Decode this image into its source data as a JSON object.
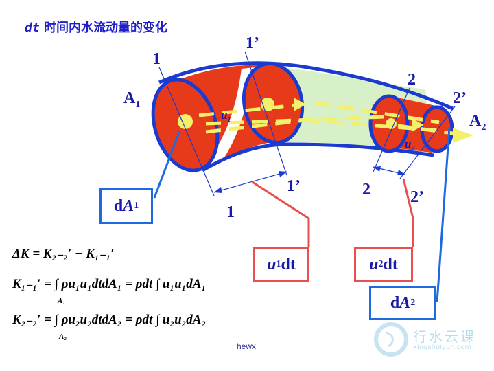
{
  "title": {
    "dt": "dt",
    "text": "时间内水流动量的变化"
  },
  "sections": {
    "s1": "1",
    "s1_prime_top": "1’",
    "s1_prime_bottom": "1’",
    "s1_bottom": "1",
    "s2_top": "2",
    "s2_prime_top": "2’",
    "s2_bottom": "2",
    "s2_prime_bottom": "2’"
  },
  "areas": {
    "a1": "A",
    "a1_sub": "1",
    "a2": "A",
    "a2_sub": "2"
  },
  "velocities": {
    "u1": "u",
    "u1_sub": "1",
    "u2": "u",
    "u2_sub": "2"
  },
  "boxes": {
    "dA1": {
      "d": "d",
      "var": "A",
      "sub": "1"
    },
    "u1dt": {
      "var": "u",
      "sub": "1",
      "dt": "dt"
    },
    "u2dt": {
      "var": "u",
      "sub": "2",
      "dt": "dt"
    },
    "dA2": {
      "d": "d",
      "var": "A",
      "sub": "2"
    }
  },
  "equations": {
    "line1": "ΔK = K₂₋₂′ − K₁₋₁′",
    "line2_lhs": "K₁₋₁′",
    "line2_mid": "= ∫ ρu₁u₁dtdA₁ = ρdt ∫ u₁u₁dA₁",
    "line2_lim": "A₁",
    "line3_lhs": "K₂₋₂′",
    "line3_mid": "= ∫ ρu₂u₂dtdA₂ = ρdt ∫ u₂u₂dA₂",
    "line3_lim": "A₂"
  },
  "footer": "hewx",
  "watermark": {
    "name": "行水云课",
    "url": "xingshuiyun.com"
  },
  "colors": {
    "fill_red": "#e63a1a",
    "outline": "#1a3ad0",
    "light_green": "#d8f0c8",
    "arrow_yellow": "#f5f06a",
    "box_blue": "#1e6ae0",
    "box_red": "#e85050"
  }
}
